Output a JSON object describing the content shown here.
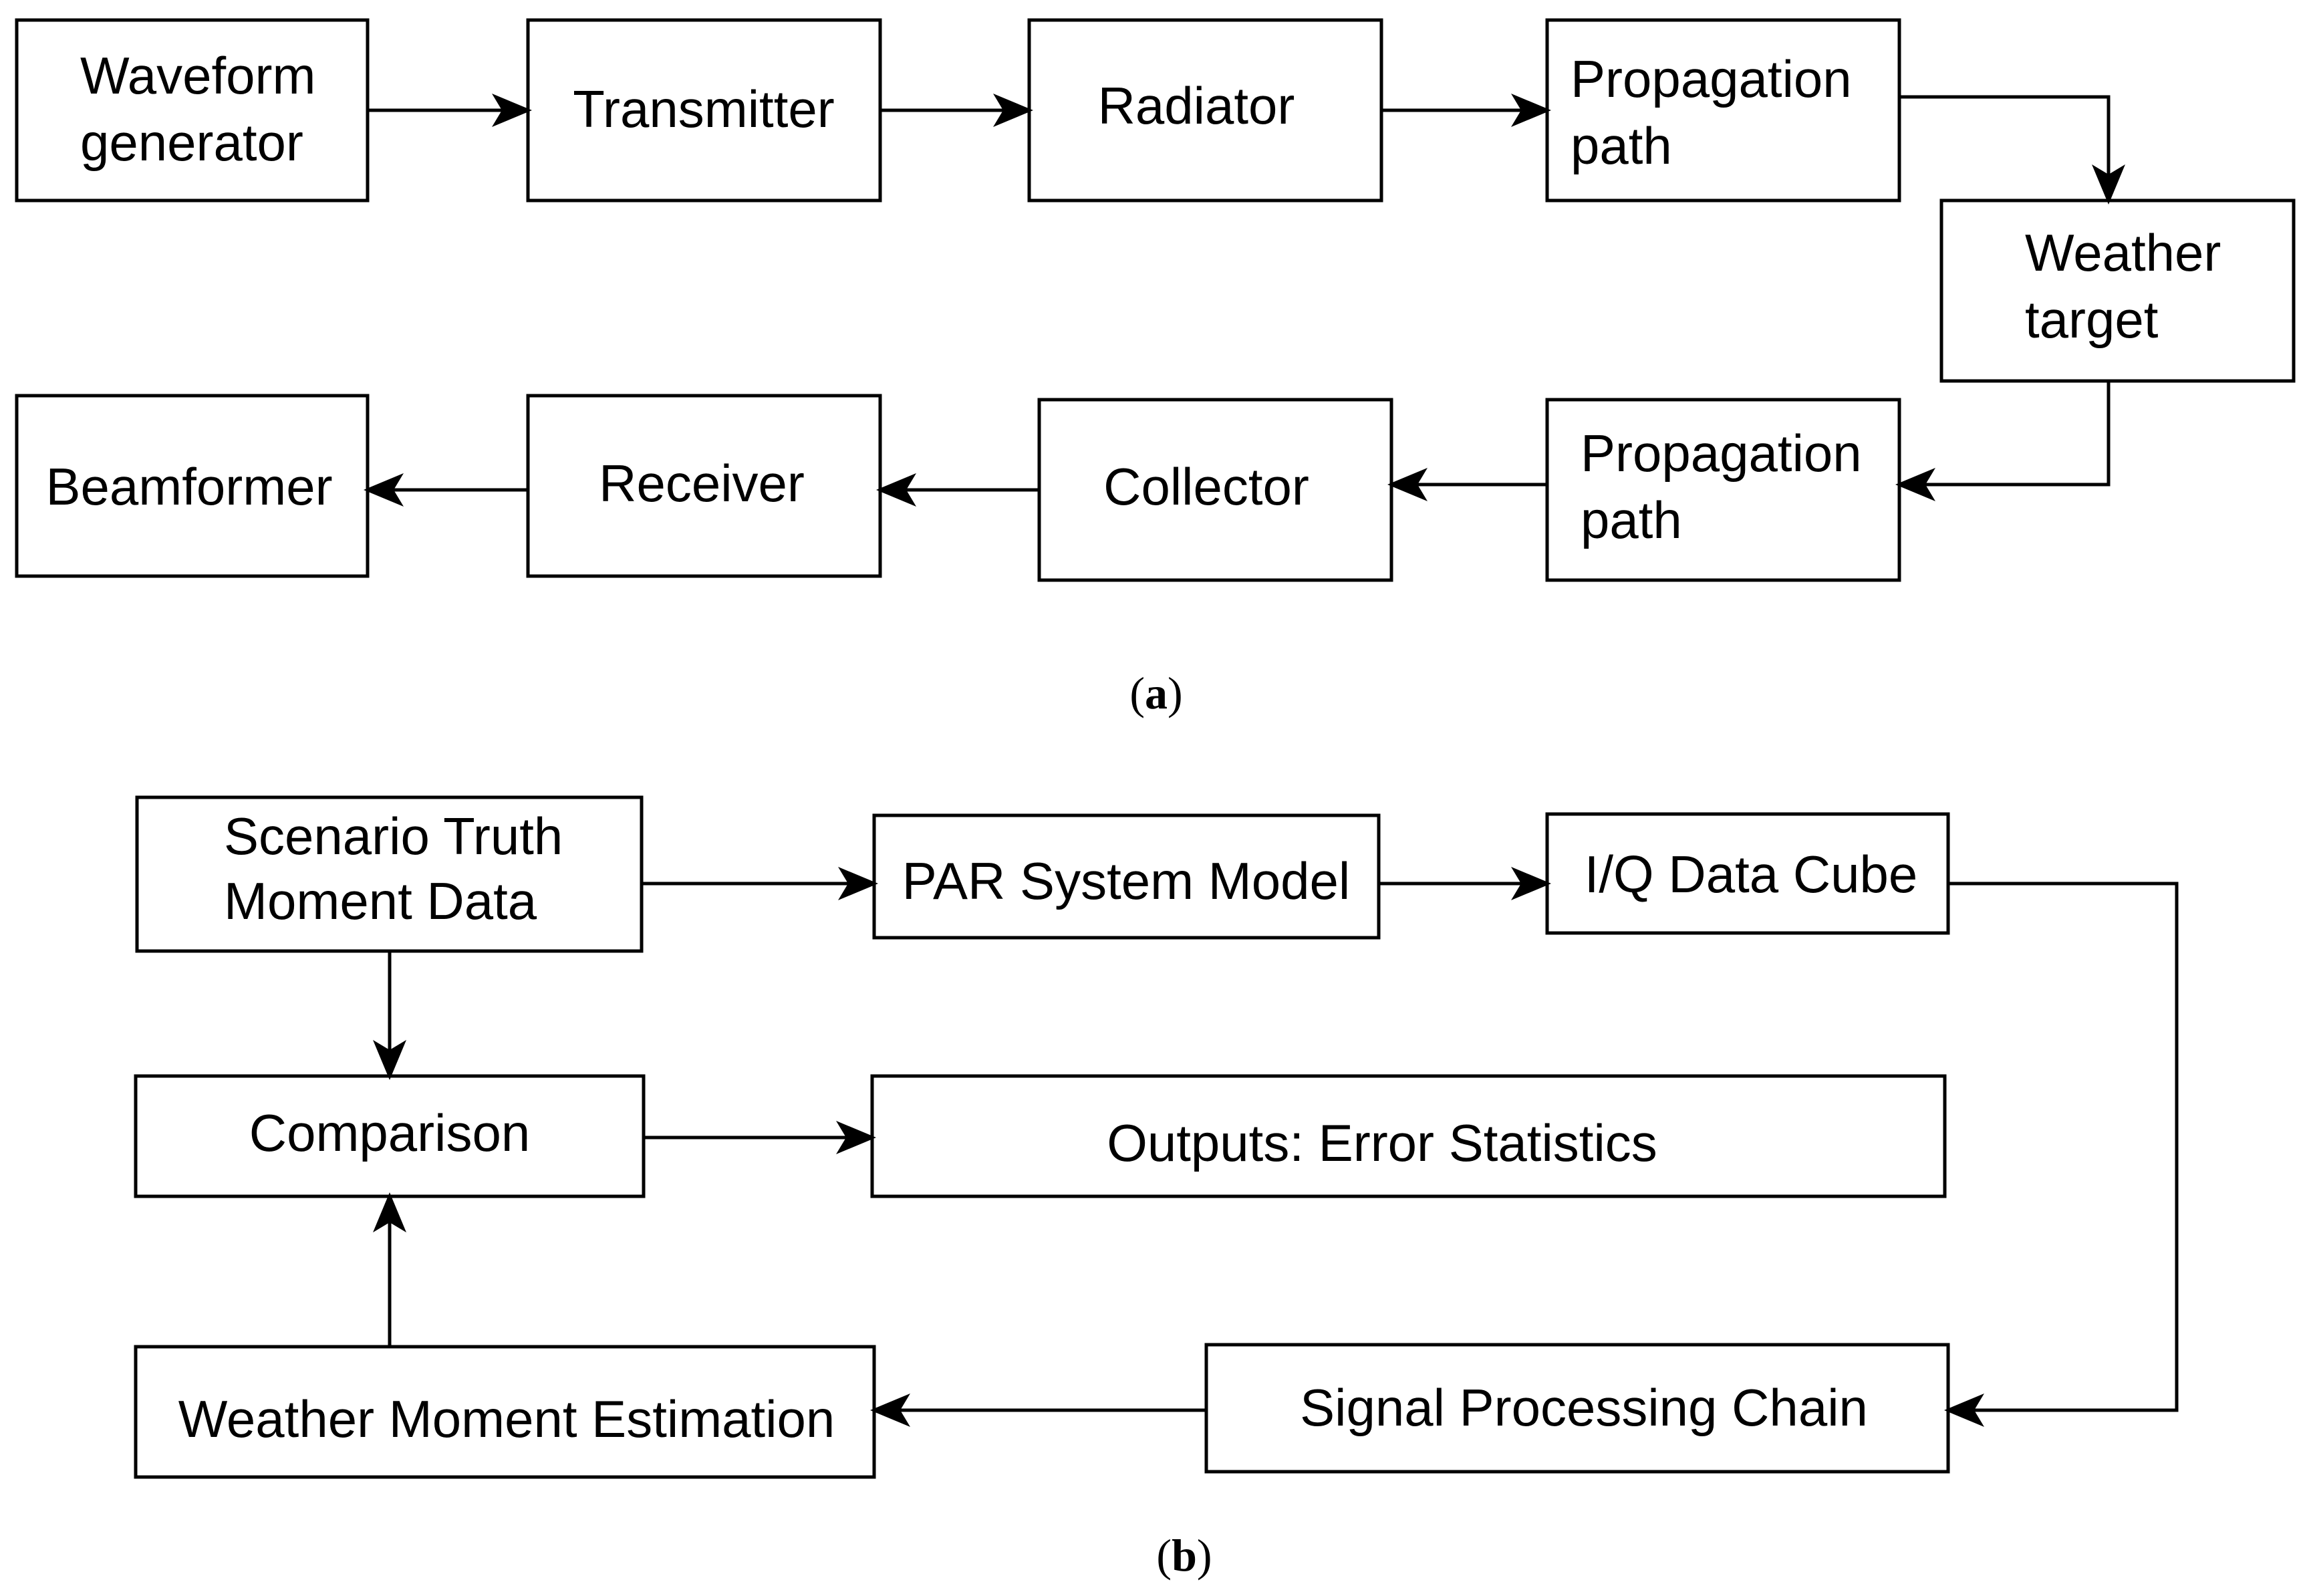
{
  "panel_a": {
    "caption_letter": "a",
    "nodes": {
      "waveform_generator": [
        "Waveform",
        "generator"
      ],
      "transmitter": [
        "Transmitter"
      ],
      "radiator": [
        "Radiator"
      ],
      "propagation_path_out": [
        "Propagation",
        "path"
      ],
      "weather_target": [
        "Weather",
        "target"
      ],
      "propagation_path_back": [
        "Propagation",
        "path"
      ],
      "collector": [
        "Collector"
      ],
      "receiver": [
        "Receiver"
      ],
      "beamformer": [
        "Beamformer"
      ]
    }
  },
  "panel_b": {
    "caption_letter": "b",
    "nodes": {
      "scenario_truth": [
        "Scenario Truth",
        "Moment Data"
      ],
      "par_system_model": [
        "PAR System Model"
      ],
      "iq_data_cube": [
        "I/Q Data Cube"
      ],
      "comparison": [
        "Comparison"
      ],
      "outputs": [
        "Outputs: Error Statistics"
      ],
      "weather_moment_estimation": [
        "Weather Moment Estimation"
      ],
      "signal_processing_chain": [
        "Signal Processing Chain"
      ]
    }
  }
}
